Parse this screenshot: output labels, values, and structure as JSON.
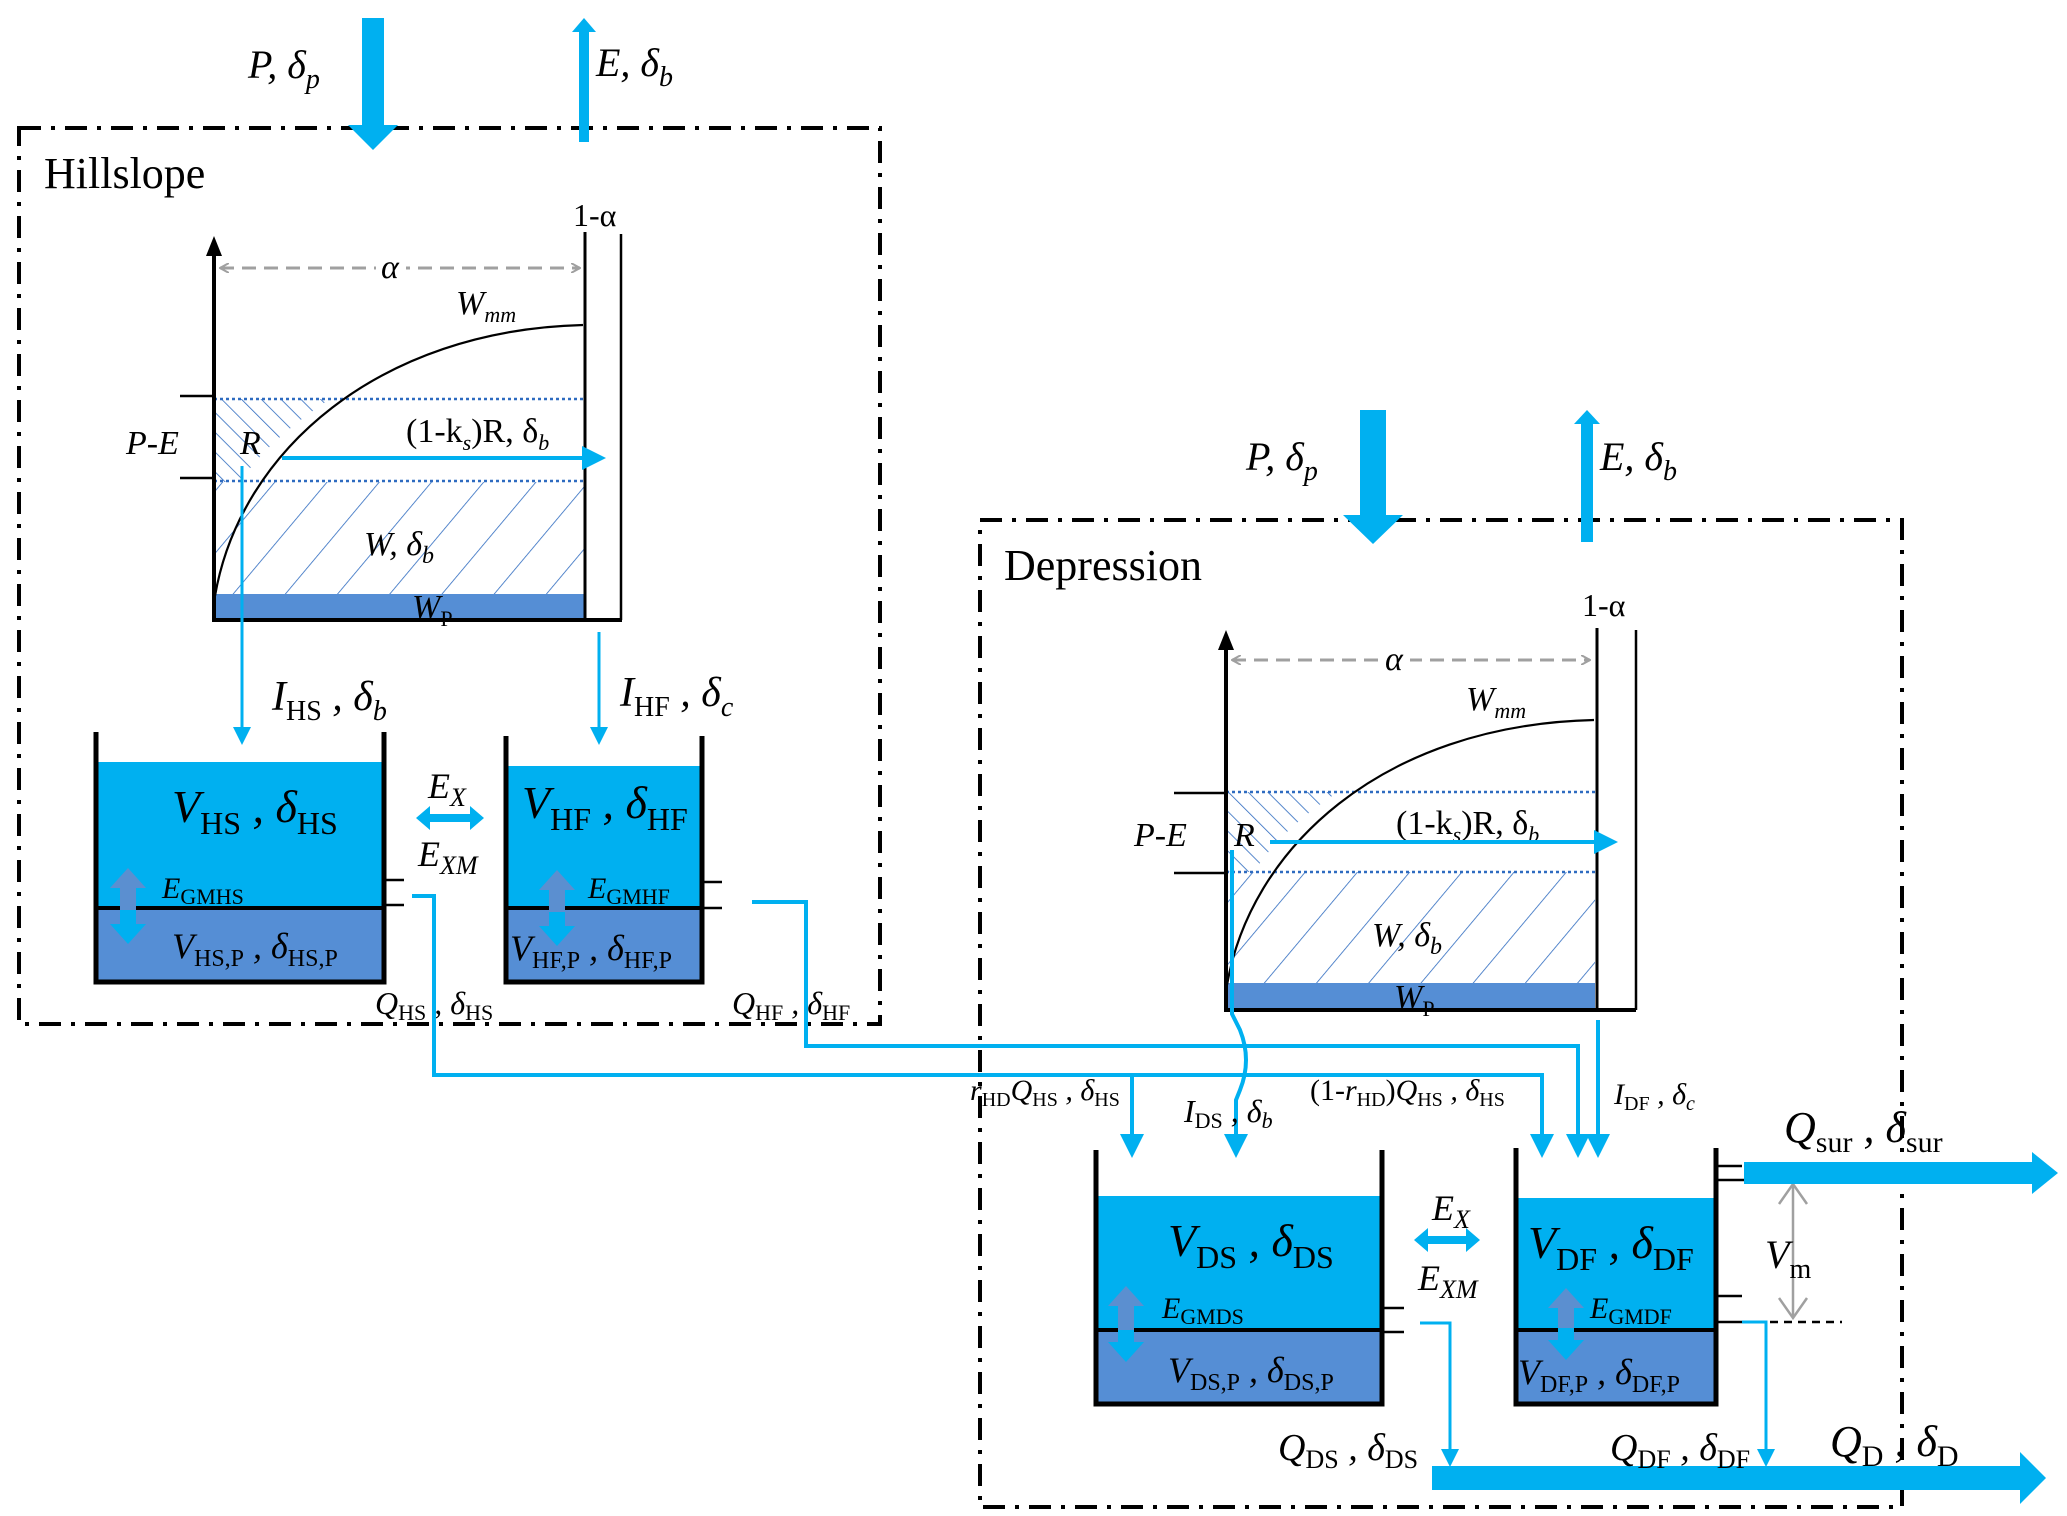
{
  "colors": {
    "water": "#00B0F0",
    "deep_water": "#558ED5",
    "hatch": "#2E6BC0",
    "grey_arrow": "#A0A0A0",
    "exchange_arrow": "#5B8FD0",
    "border": "#000000"
  },
  "hillslope": {
    "title": "Hillslope",
    "precip": {
      "main": "P, δ",
      "sub": "p"
    },
    "evap": {
      "main": "E, δ",
      "sub": "b"
    },
    "one_minus_alpha": "1-α",
    "alpha": "α",
    "wmm": {
      "main": "W",
      "sub": "mm"
    },
    "p_minus_e": "P-E",
    "r": "R",
    "runoff": {
      "pre": "(1-k",
      "sub": "s",
      "post": ")R, δ",
      "sub2": "b"
    },
    "w": {
      "main": "W, δ",
      "sub": "b"
    },
    "wp": {
      "main": "W",
      "sub": "P"
    },
    "i_hs": {
      "main": "I",
      "sub": "HS",
      "mid": " , δ",
      "sub2": "b"
    },
    "i_hf": {
      "main": "I",
      "sub": "HF",
      "mid": " , δ",
      "sub2": "c"
    },
    "v_hs": {
      "main": "V",
      "sub": "HS",
      "mid": " , δ",
      "sub2": "HS"
    },
    "v_hf": {
      "main": "V",
      "sub": "HF",
      "mid": " , δ",
      "sub2": "HF"
    },
    "e_x": {
      "main": "E",
      "sub": "X"
    },
    "e_xm": {
      "main": "E",
      "sub": "XM"
    },
    "e_gmhs": {
      "main": "E",
      "sub": "GMHS"
    },
    "e_gmhf": {
      "main": "E",
      "sub": "GMHF"
    },
    "v_hsp": {
      "main": "V",
      "sub": "HS,P",
      "mid": " , δ",
      "sub2": "HS,P"
    },
    "v_hfp": {
      "main": "V",
      "sub": "HF,P",
      "mid": " , δ",
      "sub2": "HF,P"
    },
    "q_hs": {
      "main": "Q",
      "sub": "HS",
      "mid": " , δ",
      "sub2": "HS"
    },
    "q_hf": {
      "main": "Q",
      "sub": "HF",
      "mid": " , δ",
      "sub2": "HF"
    }
  },
  "depression": {
    "title": "Depression",
    "precip": {
      "main": "P, δ",
      "sub": "p"
    },
    "evap": {
      "main": "E, δ",
      "sub": "b"
    },
    "one_minus_alpha": "1-α",
    "alpha": "α",
    "wmm": {
      "main": "W",
      "sub": "mm"
    },
    "p_minus_e": "P-E",
    "r": "R",
    "runoff": {
      "pre": "(1-k",
      "sub": "s",
      "post": ")R, δ",
      "sub2": "b"
    },
    "w": {
      "main": "W, δ",
      "sub": "b"
    },
    "wp": {
      "main": "W",
      "sub": "P"
    },
    "r_hd_q_hs": {
      "pre": "r",
      "sub": "HD",
      "main": "Q",
      "sub1": "HS",
      "mid": " , δ",
      "sub2": "HS"
    },
    "i_ds": {
      "main": "I",
      "sub": "DS",
      "mid": " , δ",
      "sub2": "b"
    },
    "one_minus_r_hd": {
      "pre": "(1-",
      "r": "r",
      "sub": "HD",
      "post": ")",
      "main": "Q",
      "sub1": "HS",
      "mid": " , δ",
      "sub2": "HS"
    },
    "i_df": {
      "main": "I",
      "sub": "DF",
      "mid": " , δ",
      "sub2": "c"
    },
    "q_sur": {
      "main": "Q",
      "sub": "sur",
      "mid": " , δ",
      "sub2": "sur"
    },
    "v_ds": {
      "main": "V",
      "sub": "DS",
      "mid": " , δ",
      "sub2": "DS"
    },
    "v_df": {
      "main": "V",
      "sub": "DF",
      "mid": " , δ",
      "sub2": "DF"
    },
    "e_x": {
      "main": "E",
      "sub": "X"
    },
    "e_xm": {
      "main": "E",
      "sub": "XM"
    },
    "v_m": {
      "main": "V",
      "sub": "m"
    },
    "e_gmds": {
      "main": "E",
      "sub": "GMDS"
    },
    "e_gmdf": {
      "main": "E",
      "sub": "GMDF"
    },
    "v_dsp": {
      "main": "V",
      "sub": "DS,P",
      "mid": " , δ",
      "sub2": "DS,P"
    },
    "v_dfp": {
      "main": "V",
      "sub": "DF,P",
      "mid": " , δ",
      "sub2": "DF,P"
    },
    "q_ds": {
      "main": "Q",
      "sub": "DS",
      "mid": " , δ",
      "sub2": "DS"
    },
    "q_df": {
      "main": "Q",
      "sub": "DF",
      "mid": " , δ",
      "sub2": "DF"
    },
    "q_d": {
      "main": "Q",
      "sub": "D",
      "mid": " , δ",
      "sub2": "D"
    }
  }
}
